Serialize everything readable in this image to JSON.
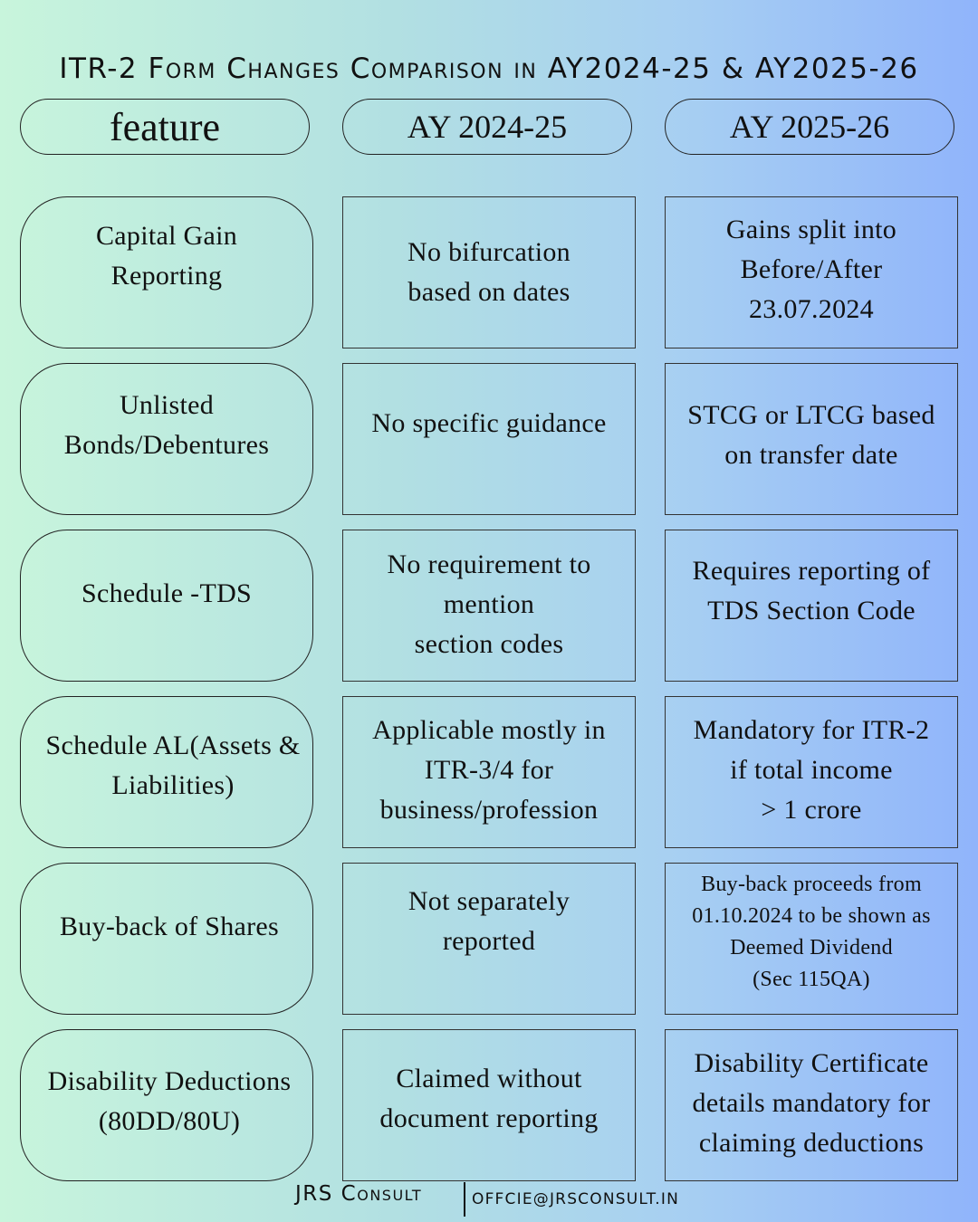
{
  "title": "ITR-2 Form Changes Comparison in AY2024-25 & AY2025-26",
  "headers": {
    "feature": "feature",
    "ay_old": "AY 2024-25",
    "ay_new": "AY 2025-26"
  },
  "rows": [
    {
      "feature": [
        "Capital Gain",
        "Reporting"
      ],
      "ay_old": [
        "No bifurcation",
        "based on dates"
      ],
      "ay_new": [
        "Gains split into",
        "Before/After",
        "23.07.2024"
      ]
    },
    {
      "feature": [
        "Unlisted",
        "Bonds/Debentures"
      ],
      "ay_old": [
        "No specific guidance"
      ],
      "ay_new": [
        "STCG or LTCG based",
        "on transfer date"
      ]
    },
    {
      "feature": [
        "Schedule -TDS"
      ],
      "ay_old": [
        "No requirement to",
        "mention",
        "section codes"
      ],
      "ay_new": [
        "Requires reporting of",
        "TDS Section Code"
      ]
    },
    {
      "feature": [
        "Schedule AL(Assets &",
        "Liabilities)"
      ],
      "ay_old": [
        "Applicable mostly in",
        "ITR-3/4 for",
        "business/profession"
      ],
      "ay_new": [
        "Mandatory for ITR-2",
        "if total income",
        "> 1 crore"
      ]
    },
    {
      "feature": [
        "Buy-back of Shares"
      ],
      "ay_old": [
        "Not separately",
        "reported"
      ],
      "ay_new": [
        "Buy-back proceeds from",
        "01.10.2024 to be shown as",
        "Deemed Dividend",
        "(Sec 115QA)"
      ]
    },
    {
      "feature": [
        "Disability Deductions",
        "(80DD/80U)"
      ],
      "ay_old": [
        "Claimed without",
        "document reporting"
      ],
      "ay_new": [
        "Disability Certificate",
        "details mandatory for",
        "claiming deductions"
      ]
    }
  ],
  "footer": {
    "brand": "JRS Consult",
    "email": "OFFCIE@JRSCONSULT.IN"
  }
}
